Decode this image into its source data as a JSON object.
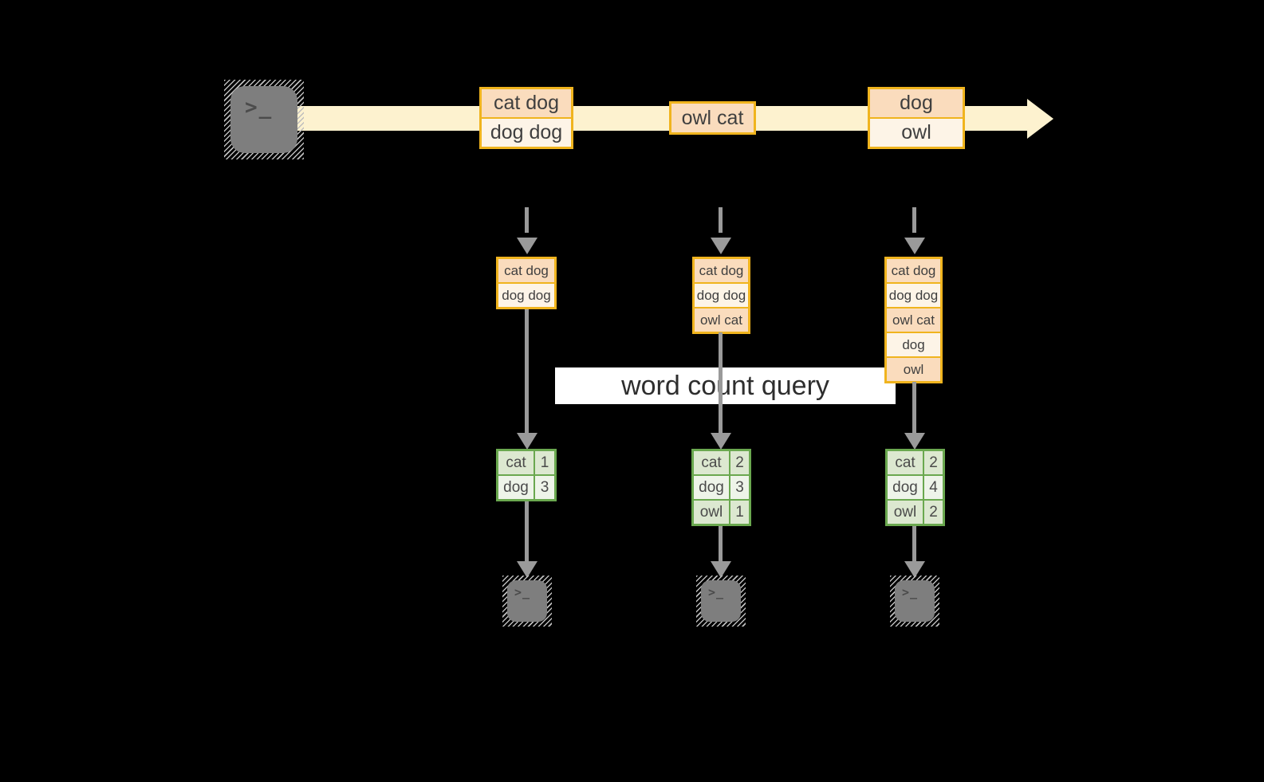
{
  "diagram_title": "word count query",
  "query_label": "word count query",
  "icons": {
    "terminal_glyph": ">_",
    "source_icon": "terminal-icon",
    "sink_icon": "terminal-icon"
  },
  "colors": {
    "background": "#000000",
    "stream_band": "#FDF2CF",
    "box_border_gold": "#F0B41E",
    "cell_peach": "#FADCBD",
    "cell_cream": "#FDF4E7",
    "table_border_green": "#6AA84F",
    "table_fill_dark": "#DCE8D0",
    "table_fill_light": "#EEF4E9",
    "arrow_gray": "#9A9A9A",
    "query_band": "#FFFFFF",
    "terminal_gray": "#7E7E7E"
  },
  "stream": {
    "batches": [
      {
        "rows": [
          "cat dog",
          "dog dog"
        ]
      },
      {
        "rows": [
          "owl cat"
        ]
      },
      {
        "rows": [
          "dog",
          "owl"
        ]
      }
    ]
  },
  "columns": [
    {
      "state_rows": [
        "cat dog",
        "dog dog"
      ],
      "counts": [
        {
          "word": "cat",
          "count": "1"
        },
        {
          "word": "dog",
          "count": "3"
        }
      ]
    },
    {
      "state_rows": [
        "cat dog",
        "dog dog",
        "owl cat"
      ],
      "counts": [
        {
          "word": "cat",
          "count": "2"
        },
        {
          "word": "dog",
          "count": "3"
        },
        {
          "word": "owl",
          "count": "1"
        }
      ]
    },
    {
      "state_rows": [
        "cat dog",
        "dog dog",
        "owl cat",
        "dog",
        "owl"
      ],
      "counts": [
        {
          "word": "cat",
          "count": "2"
        },
        {
          "word": "dog",
          "count": "4"
        },
        {
          "word": "owl",
          "count": "2"
        }
      ]
    }
  ]
}
